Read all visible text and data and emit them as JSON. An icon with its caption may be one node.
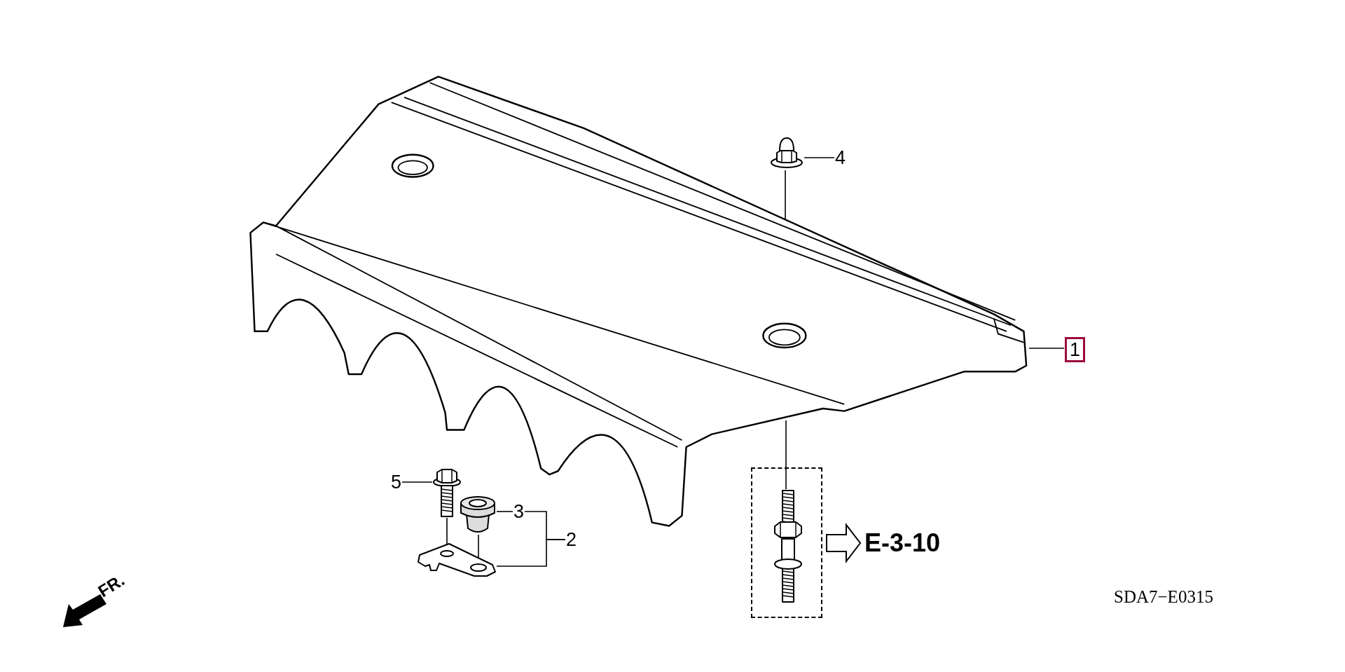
{
  "diagram": {
    "nodes": [
      {
        "text": [],
        "shape": "picture"
      },
      {
        "text": [
          "1"
        ]
      },
      {
        "text": [],
        "shape": "picture"
      },
      {
        "text": [
          "4"
        ]
      },
      {
        "text": [],
        "shape": "picture"
      },
      {
        "text": [
          "5"
        ]
      },
      {
        "text": [],
        "shape": "picture"
      },
      {
        "text": [
          "3"
        ]
      },
      {
        "text": [],
        "shape": "picture"
      },
      {
        "text": [
          "2"
        ]
      },
      {
        "text": [],
        "shape": "box"
      },
      {
        "text": [],
        "shape": "picture",
        "in": 10
      },
      {
        "text": [
          "E-3-10"
        ]
      }
    ],
    "edges": [
      {
        "from": 1,
        "to": 0,
        "arrow": "none"
      },
      {
        "from": 3,
        "to": 2,
        "arrow": "none"
      },
      {
        "from": 5,
        "to": 4,
        "arrow": "none"
      },
      {
        "from": 7,
        "to": 6,
        "arrow": "none"
      },
      {
        "from": 9,
        "to": 7,
        "arrow": "none"
      },
      {
        "from": 9,
        "to": 8,
        "arrow": "none"
      },
      {
        "from": 2,
        "to": 0,
        "arrow": "none"
      },
      {
        "from": 11,
        "to": 0,
        "arrow": "none"
      },
      {
        "from": 4,
        "to": 8,
        "arrow": "none"
      },
      {
        "from": 6,
        "to": 8,
        "arrow": "none"
      },
      {
        "from": 10,
        "to": 12,
        "arrow": "to"
      }
    ],
    "labels": [
      "FR.",
      "SDA7−E0315"
    ]
  }
}
